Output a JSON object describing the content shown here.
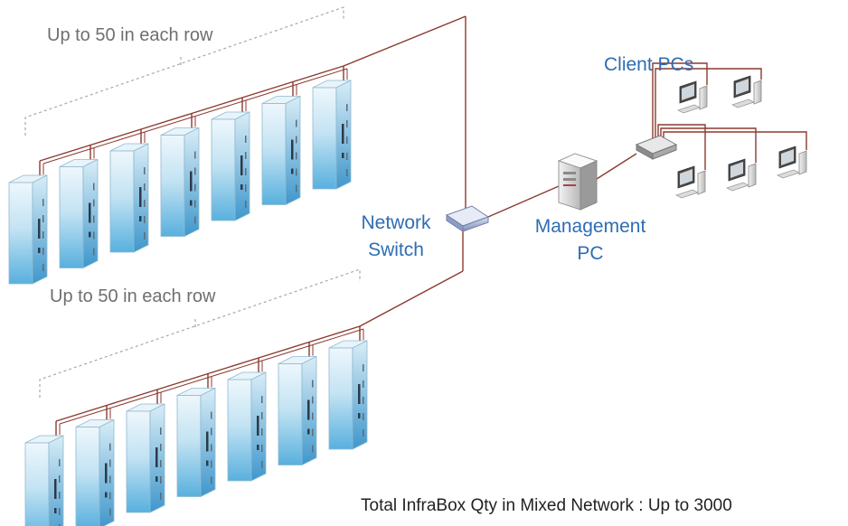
{
  "labels": {
    "row_top": "Up to 50 in each row",
    "row_bottom": "Up to 50 in each row",
    "network_switch_line1": "Network",
    "network_switch_line2": "Switch",
    "management_pc_line1": "Management",
    "management_pc_line2": "PC",
    "client_pcs": "Client PCs",
    "total": "Total InfraBox Qty in Mixed Network : Up to 3000"
  },
  "devices": {
    "top_row_racks": 7,
    "bottom_row_racks": 7,
    "client_pcs": 5
  },
  "colors": {
    "cable": "#8b3a2f",
    "label_blue": "#2e6db3",
    "label_gray": "#6f6f6f",
    "rack_glass": "#bfe0f0",
    "rack_glass_dark": "#4aa3d6",
    "dashed": "#a0a0a0"
  }
}
